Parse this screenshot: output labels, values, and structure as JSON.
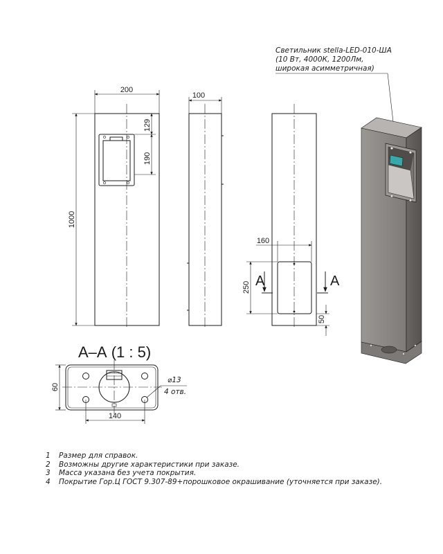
{
  "callout": {
    "line1": "Светильник stella-LED-010-ША",
    "line2": "(10 Вт, 4000К, 1200Лм,",
    "line3": "широкая асимметричная)"
  },
  "front_view": {
    "dim_width": "200",
    "dim_height": "1000",
    "dim_top_offset": "129",
    "dim_window": "190"
  },
  "side_view": {
    "dim_depth": "100"
  },
  "back_view": {
    "dim_hatch_width": "160",
    "dim_hatch_height": "250",
    "dim_bottom_offset": "50",
    "section_mark_left": "A",
    "section_mark_right": "A"
  },
  "section": {
    "title": "А–А (1 : 5)",
    "dim_depth": "60",
    "dim_holes_spacing": "140",
    "dim_hole_diameter": "⌀13",
    "dim_hole_count": "4 отв."
  },
  "notes": [
    {
      "num": "1",
      "text": "Размер для справок."
    },
    {
      "num": "2",
      "text": "Возможны другие характеристики при заказе."
    },
    {
      "num": "3",
      "text": "Масса указана без учета покрытия."
    },
    {
      "num": "4",
      "text": "Покрытие Гор.Ц ГОСТ 9.307-89+порошковое окрашивание (уточняется при заказе)."
    }
  ],
  "colors": {
    "line": "#1a1a1a",
    "body_metal": "#8d8986",
    "lamp_accent": "#3aa7a8"
  }
}
